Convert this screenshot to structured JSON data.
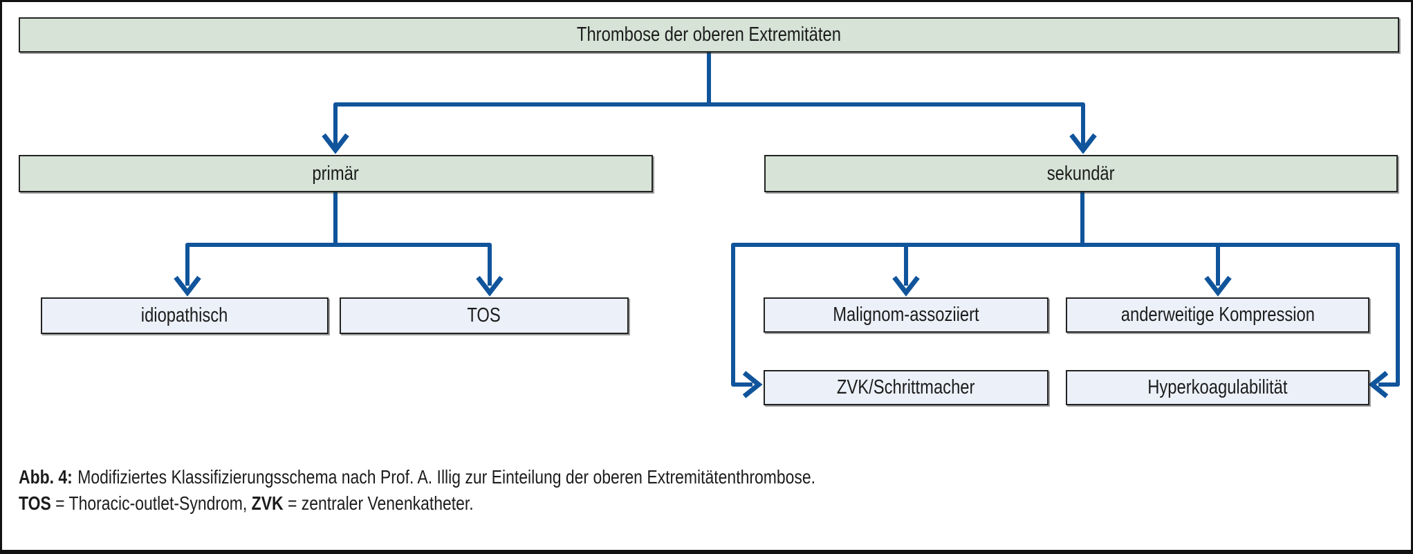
{
  "diagram": {
    "type": "flowchart",
    "root": {
      "label": "Thrombose der oberen Extremitäten"
    },
    "level1": [
      {
        "id": "primaer",
        "label": "primär"
      },
      {
        "id": "sekundaer",
        "label": "sekundär"
      }
    ],
    "primaer_children": [
      {
        "label": "idiopathisch"
      },
      {
        "label": "TOS"
      }
    ],
    "sekundaer_children": [
      {
        "label": "Malignom-assoziiert"
      },
      {
        "label": "anderweitige Kompression"
      },
      {
        "label": "ZVK/Schrittmacher"
      },
      {
        "label": "Hyperkoagulabilität"
      }
    ],
    "colors": {
      "level_node_fill": "#d6e3d6",
      "leaf_node_fill": "#ecf0f8",
      "connector_blue": "#10549b",
      "node_border": "#222222",
      "text": "#1c1c1c"
    }
  },
  "caption": {
    "label": "Abb. 4:",
    "text": "Modifiziertes Klassifizierungsschema nach Prof. A. Illig zur Einteilung der oberen Extremitätenthrombose.",
    "abbreviations": [
      {
        "term": "TOS",
        "definition": " = Thoracic-outlet-Syndrom, "
      },
      {
        "term": "ZVK",
        "definition": " = zentraler Venenkatheter."
      }
    ]
  }
}
